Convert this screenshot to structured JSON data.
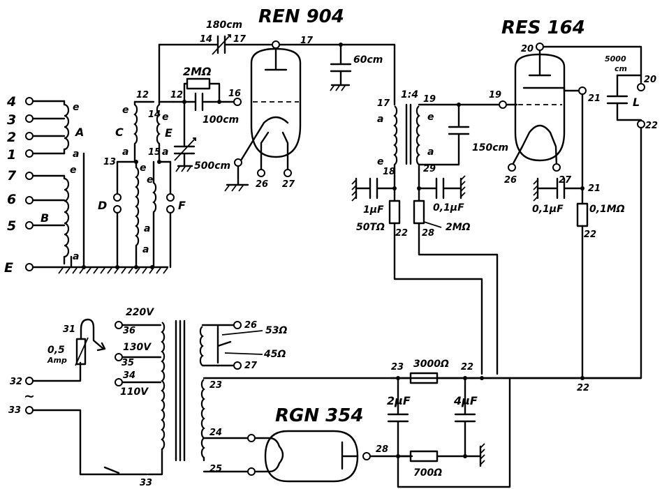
{
  "tubes": {
    "ren904": "REN 904",
    "res164": "RES 164",
    "rgn354": "RGN 354"
  },
  "terminals_left": [
    "4",
    "3",
    "2",
    "1",
    "7",
    "6",
    "5",
    "E"
  ],
  "coils": {
    "A": "A",
    "B": "B",
    "C": "C",
    "D": "D",
    "E": "E",
    "F": "F",
    "L": "L",
    "e": "e",
    "a": "a"
  },
  "components": {
    "c_180": "180cm",
    "r_2M_grid": "2MΩ",
    "c_100": "100cm",
    "c_500": "500cm",
    "c_60": "60cm",
    "ratio": "1:4",
    "c_150": "150cm",
    "c_5000_a": "5000",
    "c_5000_b": "cm",
    "c_1uF": "1µF",
    "r_50k": "50TΩ",
    "c_01uF_a": "0,1µF",
    "r_2M_b": "2MΩ",
    "c_01uF_b": "0,1µF",
    "r_01M": "0,1MΩ",
    "r_3000": "3000Ω",
    "c_2uF": "2µF",
    "c_4uF": "4µF",
    "r_700": "700Ω",
    "tap_53": "53Ω",
    "tap_45": "45Ω",
    "v220": "220V",
    "v130": "130V",
    "v110": "110V",
    "fuse_a": "0,5",
    "fuse_b": "Amp",
    "mains": "~"
  },
  "pins": {
    "p14": "14",
    "p17a": "17",
    "p17b": "17",
    "p16": "16",
    "p12a": "12",
    "p12b": "12",
    "p14b": "14",
    "p13": "13",
    "p15": "15",
    "p26a": "26",
    "p27a": "27",
    "p17c": "17",
    "p19a": "19",
    "p19b": "19",
    "p18": "18",
    "p29": "29",
    "p20a": "20",
    "p20b": "20",
    "p21a": "21",
    "p21b": "21",
    "p22a": "22",
    "p26b": "26",
    "p27b": "27",
    "p22b": "22",
    "p28a": "28",
    "p22c": "22",
    "p31": "31",
    "p32": "32",
    "p33a": "33",
    "p36": "36",
    "p35": "35",
    "p34": "34",
    "p26c": "26",
    "p27c": "27",
    "p23a": "23",
    "p24": "24",
    "p25": "25",
    "p23b": "23",
    "p22d": "22",
    "p22e": "22",
    "p28b": "28",
    "p33b": "33"
  }
}
